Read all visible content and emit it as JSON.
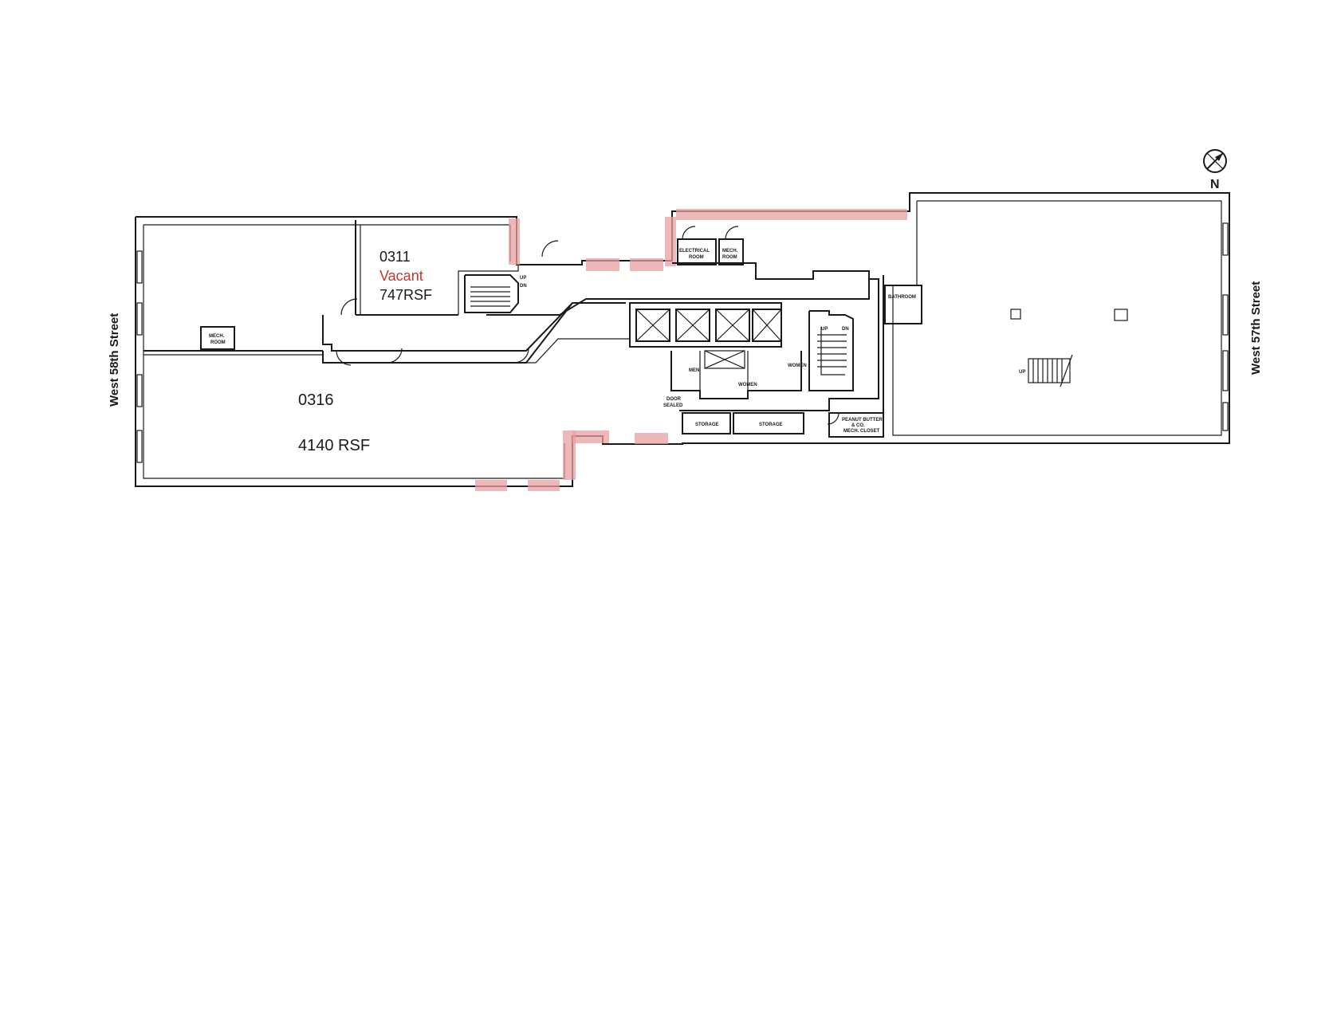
{
  "streets": {
    "west": "West 58th Street",
    "east": "West 57th Street"
  },
  "compass": {
    "label": "N"
  },
  "units": [
    {
      "id": "0311",
      "status": "Vacant",
      "area": "747RSF"
    },
    {
      "id": "0316",
      "area": "4140 RSF"
    }
  ],
  "rooms": {
    "mech_room_west_line1": "MECH.",
    "mech_room_west_line2": "ROOM",
    "electrical_line1": "ELECTRICAL",
    "electrical_line2": "ROOM",
    "mech_north_line1": "MECH.",
    "mech_north_line2": "ROOM",
    "bathroom": "BATHROOM",
    "men": "MEN",
    "women_small": "WOMEN",
    "women": "WOMEN",
    "door_sealed_line1": "DOOR",
    "door_sealed_line2": "SEALED",
    "storage_1": "STORAGE",
    "storage_2": "STORAGE",
    "peanut_line1": "PEANUT BUTTER",
    "peanut_line2": "& CO.",
    "peanut_line3": "MECH. CLOSET",
    "stair_up_west": "UP",
    "stair_dn_west": "DN",
    "stair_up_core": "UP",
    "stair_dn_core": "DN",
    "stair_up_east": "UP"
  },
  "colors": {
    "vacant_text": "#c0392b",
    "highlight": "#e8a0a0",
    "wall": "#1a1a1a"
  }
}
